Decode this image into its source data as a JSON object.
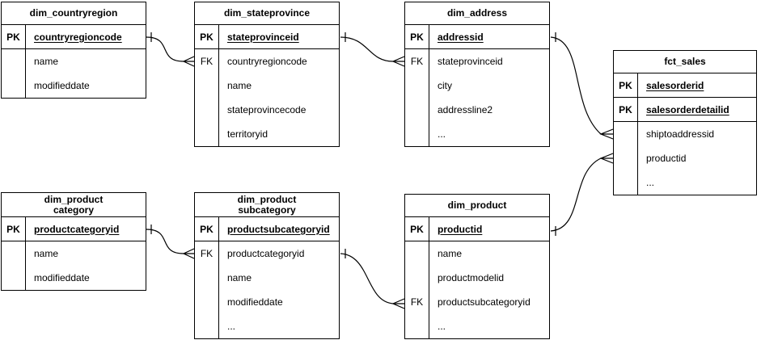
{
  "diagram": {
    "kind": "entity-relationship-diagram",
    "colors": {
      "background": "#ffffff",
      "line": "#000000",
      "text": "#000000"
    },
    "tables": [
      {
        "title": "dim_countryregion",
        "key_rows": [
          {
            "key": "PK",
            "field": "countryregioncode"
          }
        ],
        "body_rows": [
          {
            "key": "",
            "field": "name"
          },
          {
            "key": "",
            "field": "modifieddate"
          }
        ]
      },
      {
        "title": "dim_stateprovince",
        "key_rows": [
          {
            "key": "PK",
            "field": "stateprovinceid"
          }
        ],
        "body_rows": [
          {
            "key": "FK",
            "field": "countryregioncode"
          },
          {
            "key": "",
            "field": "name"
          },
          {
            "key": "",
            "field": "stateprovincecode"
          },
          {
            "key": "",
            "field": "territoryid"
          }
        ]
      },
      {
        "title": "dim_address",
        "key_rows": [
          {
            "key": "PK",
            "field": "addressid"
          }
        ],
        "body_rows": [
          {
            "key": "FK",
            "field": "stateprovinceid"
          },
          {
            "key": "",
            "field": "city"
          },
          {
            "key": "",
            "field": "addressline2"
          },
          {
            "key": "",
            "field": "..."
          }
        ]
      },
      {
        "title": "fct_sales",
        "key_rows": [
          {
            "key": "PK",
            "field": "salesorderid"
          },
          {
            "key": "PK",
            "field": "salesorderdetailid"
          }
        ],
        "body_rows": [
          {
            "key": "",
            "field": "shiptoaddressid"
          },
          {
            "key": "",
            "field": "productid"
          },
          {
            "key": "",
            "field": "..."
          }
        ]
      },
      {
        "title": "dim_product\ncategory",
        "key_rows": [
          {
            "key": "PK",
            "field": "productcategoryid"
          }
        ],
        "body_rows": [
          {
            "key": "",
            "field": "name"
          },
          {
            "key": "",
            "field": "modifieddate"
          }
        ]
      },
      {
        "title": "dim_product\nsubcategory",
        "key_rows": [
          {
            "key": "PK",
            "field": "productsubcategoryid"
          }
        ],
        "body_rows": [
          {
            "key": "FK",
            "field": "productcategoryid"
          },
          {
            "key": "",
            "field": "name"
          },
          {
            "key": "",
            "field": "modifieddate"
          },
          {
            "key": "",
            "field": "..."
          }
        ]
      },
      {
        "title": "dim_product",
        "key_rows": [
          {
            "key": "PK",
            "field": "productid"
          }
        ],
        "body_rows": [
          {
            "key": "",
            "field": "name"
          },
          {
            "key": "",
            "field": "productmodelid"
          },
          {
            "key": "FK",
            "field": "productsubcategoryid"
          },
          {
            "key": "",
            "field": "..."
          }
        ]
      }
    ],
    "relations": [
      {
        "from_table": "dim_countryregion",
        "from_field": "countryregioncode",
        "to_table": "dim_stateprovince",
        "to_field": "countryregioncode",
        "from_end": "one",
        "to_end": "many"
      },
      {
        "from_table": "dim_stateprovince",
        "from_field": "stateprovinceid",
        "to_table": "dim_address",
        "to_field": "stateprovinceid",
        "from_end": "one",
        "to_end": "many"
      },
      {
        "from_table": "dim_address",
        "from_field": "addressid",
        "to_table": "fct_sales",
        "to_field": "shiptoaddressid",
        "from_end": "one",
        "to_end": "many"
      },
      {
        "from_table": "dim_product",
        "from_field": "productid",
        "to_table": "fct_sales",
        "to_field": "productid",
        "from_end": "one",
        "to_end": "many"
      },
      {
        "from_table": "dim_productcategory",
        "from_field": "productcategoryid",
        "to_table": "dim_productsubcategory",
        "to_field": "productcategoryid",
        "from_end": "one",
        "to_end": "many"
      },
      {
        "from_table": "dim_productsubcategory",
        "from_field": "productsubcategoryid",
        "to_table": "dim_product",
        "to_field": "productsubcategoryid",
        "from_end": "one",
        "to_end": "many"
      }
    ]
  }
}
